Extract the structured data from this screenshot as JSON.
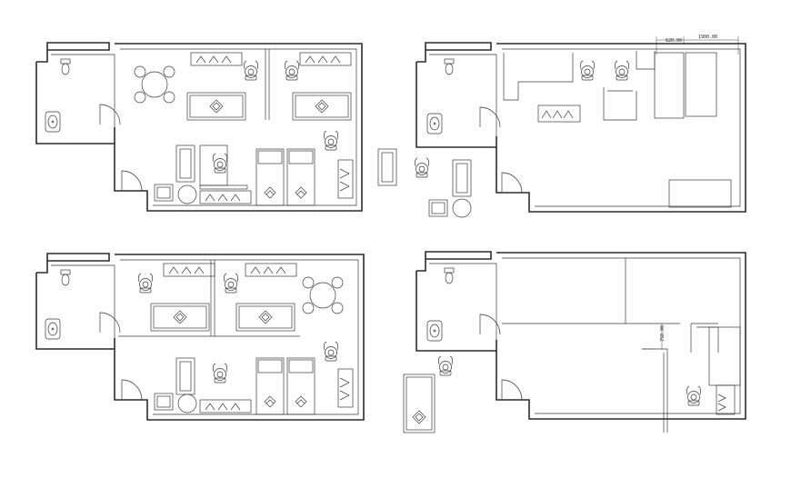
{
  "dimensions": {
    "width_a": "1900.00",
    "width_b": "620.00",
    "height_c": "750.00"
  },
  "colors": {
    "line": "#2b2b2b",
    "background": "#ffffff"
  }
}
